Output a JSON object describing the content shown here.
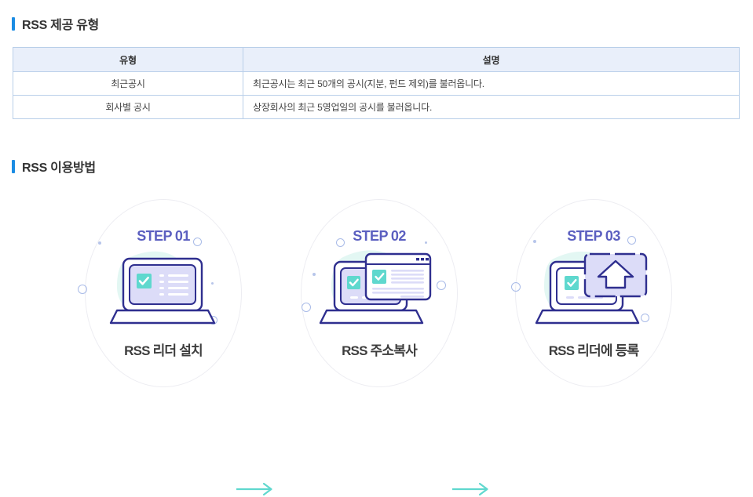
{
  "sections": {
    "type_heading": "RSS 제공 유형",
    "usage_heading": "RSS 이용방법"
  },
  "table": {
    "headers": [
      "유형",
      "설명"
    ],
    "rows": [
      {
        "type": "최근공시",
        "desc": "최근공시는 최근 50개의 공시(지분, 펀드 제외)를 불러옵니다."
      },
      {
        "type": "회사별 공시",
        "desc": "상장회사의 최근 5영업일의 공시를 불러옵니다."
      }
    ]
  },
  "steps": [
    {
      "title": "STEP 01",
      "label": "RSS 리더 설치",
      "icon": "laptop-checklist-icon"
    },
    {
      "title": "STEP 02",
      "label": "RSS 주소복사",
      "icon": "laptop-browser-window-icon"
    },
    {
      "title": "STEP 03",
      "label": "RSS 리더에 등록",
      "icon": "laptop-upload-arrow-icon"
    }
  ],
  "arrows": [
    {
      "name": "arrow-step1-to-step2"
    },
    {
      "name": "arrow-step2-to-step3"
    }
  ],
  "colors": {
    "heading_accent": "#1b8ce3",
    "table_header_bg": "#e9effa",
    "table_border": "#b9cfe9",
    "step_title": "#5b5fc0",
    "illustration_outline": "#2f2f8f",
    "illustration_fill": "#dcdcf8",
    "accent_teal": "#5fd8ce",
    "blob_mint": "#e3f7f3",
    "circle_border": "#ededf2"
  }
}
